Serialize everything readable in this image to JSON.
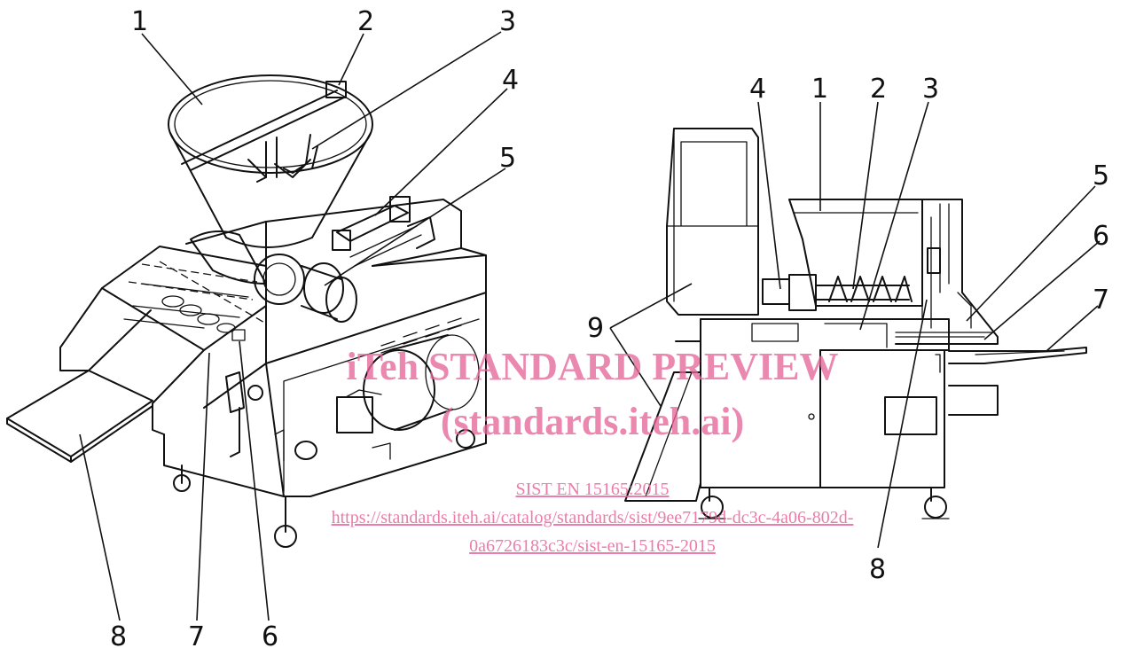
{
  "left_figure": {
    "labels": [
      "1",
      "2",
      "3",
      "4",
      "5",
      "8",
      "7",
      "6"
    ]
  },
  "right_figure": {
    "labels": [
      "4",
      "1",
      "2",
      "3",
      "5",
      "6",
      "7",
      "9",
      "8"
    ]
  },
  "watermark": {
    "line1": "iTeh STANDARD PREVIEW",
    "line2": "(standards.iteh.ai)",
    "line3": "SIST EN 15165:2015",
    "line4": "https://standards.iteh.ai/catalog/standards/sist/9ee7179d-dc3c-4a06-802d-",
    "line5": "0a6726183c3c/sist-en-15165-2015"
  }
}
